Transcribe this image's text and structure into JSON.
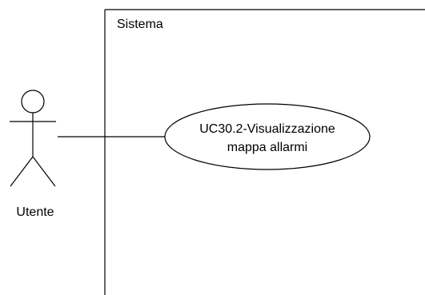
{
  "system": {
    "label": "Sistema"
  },
  "actor": {
    "label": "Utente",
    "icon": "stick-figure-icon"
  },
  "use_case": {
    "line1": "UC30.2-Visualizzazione",
    "line2": "mappa allarmi"
  },
  "colors": {
    "stroke": "#000000",
    "background": "#ffffff"
  }
}
